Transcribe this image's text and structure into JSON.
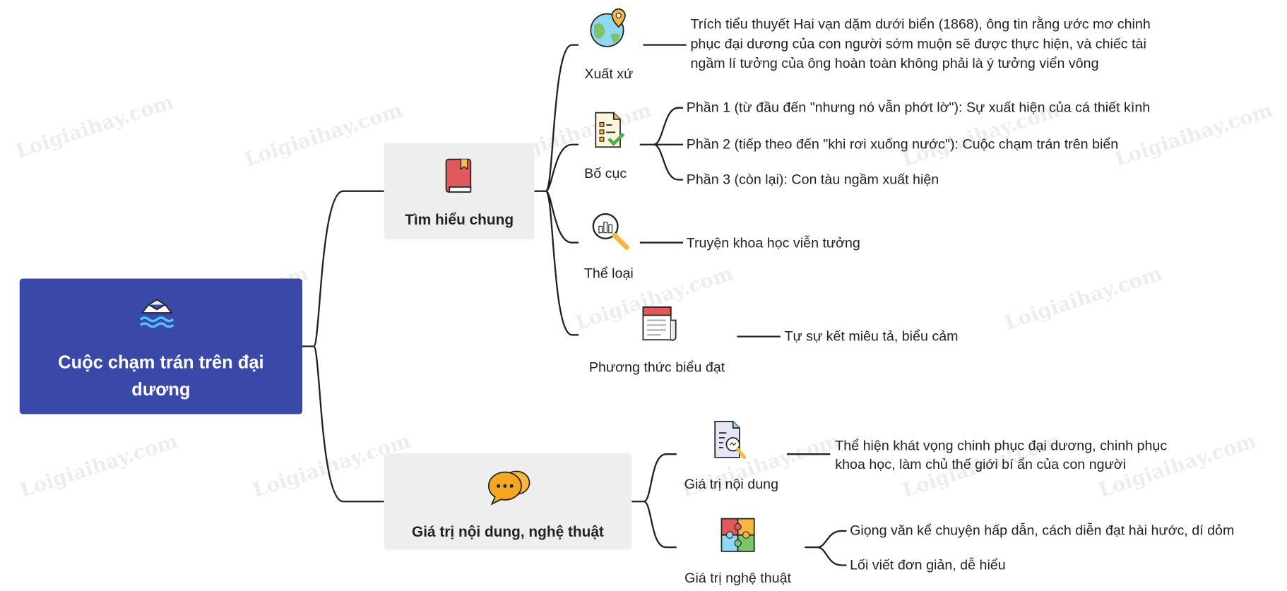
{
  "root": {
    "title": "Cuộc chạm trán trên đại dương",
    "icon": "paper-boat-icon"
  },
  "branches": [
    {
      "label": "Tìm hiểu chung",
      "icon": "book-icon",
      "items": [
        {
          "label": "Xuất xứ",
          "icon": "globe-pin-icon",
          "details": [
            "Trích tiểu thuyết Hai vạn dặm dưới biển (1868), ông tin rằng ước mơ chinh",
            "phục đại dương của con người sớm muộn sẽ được thực hiện, và chiếc tài",
            "ngầm lí tưởng của ông hoàn toàn không phải là ý tưởng viển vông"
          ]
        },
        {
          "label": "Bố cục",
          "icon": "checklist-icon",
          "details": [
            "Phần 1 (từ đầu đến \"nhưng nó vẫn phớt lờ\"): Sự xuất hiện của cá thiết kình",
            "Phần 2 (tiếp theo đến \"khi rơi xuống nước\"): Cuộc chạm trán trên biển",
            "Phần 3 (còn lại): Con tàu ngầm xuất hiện"
          ]
        },
        {
          "label": "Thể loại",
          "icon": "chart-magnifier-icon",
          "details": [
            "Truyện khoa học viễn tưởng"
          ]
        },
        {
          "label": "Phương thức biểu đạt",
          "icon": "newspaper-icon",
          "details": [
            "Tự sự kết miêu tả, biểu cảm"
          ]
        }
      ]
    },
    {
      "label": "Giá trị nội dung, nghệ thuật",
      "icon": "chat-bubbles-icon",
      "items": [
        {
          "label": "Giá trị nội dung",
          "icon": "document-analysis-icon",
          "details": [
            "Thể hiện khát vọng chinh phục đại dương, chinh phục",
            "khoa học, làm chủ thế giới bí ẩn của con người"
          ]
        },
        {
          "label": "Giá trị nghệ thuật",
          "icon": "puzzle-icon",
          "details": [
            "Giọng văn kể chuyện hấp dẫn, cách diễn đạt hài hước, dí dỏm",
            "Lối viết đơn giản, dễ hiểu"
          ]
        }
      ]
    }
  ],
  "watermark": "Loigiaihay.com",
  "colors": {
    "root": "#3a48a8",
    "box": "#eeeeee",
    "line": "#222222"
  }
}
